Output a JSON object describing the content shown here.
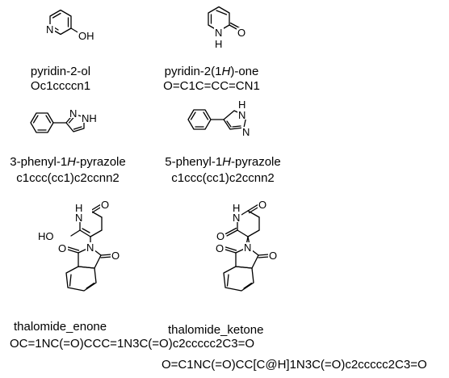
{
  "atoms": {
    "N": "N",
    "H": "H",
    "O": "O",
    "OH": "OH",
    "HO": "HO",
    "NH": "NH"
  },
  "molecules": [
    {
      "name": "pyridin-2-ol",
      "name_parts": [
        "pyridin-2-ol"
      ],
      "smiles": "Oc1ccccn1"
    },
    {
      "name": "pyridin-2(1H)-one",
      "name_parts": [
        "pyridin-2(1",
        "H",
        ")-one"
      ],
      "smiles": "O=C1C=CC=CN1"
    },
    {
      "name": "3-phenyl-1H-pyrazole",
      "name_parts": [
        "3-phenyl-1",
        "H",
        "-pyrazole"
      ],
      "smiles": "c1ccc(cc1)c2ccnn2"
    },
    {
      "name": "5-phenyl-1H-pyrazole",
      "name_parts": [
        "5-phenyl-1",
        "H",
        "-pyrazole"
      ],
      "smiles": "c1ccc(cc1)c2ccnn2"
    },
    {
      "name": "thalomide_enone",
      "name_parts": [
        "thalomide_enone"
      ],
      "smiles": "OC=1NC(=O)CCC=1N3C(=O)c2ccccc2C3=O"
    },
    {
      "name": "thalomide_ketone",
      "name_parts": [
        "thalomide_ketone"
      ],
      "smiles": "O=C1NC(=O)CC[C@H]1N3C(=O)c2ccccc2C3=O"
    }
  ]
}
